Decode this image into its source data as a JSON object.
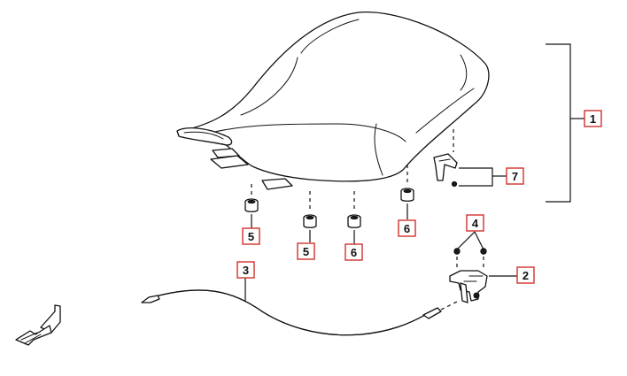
{
  "callouts": [
    {
      "id": "1",
      "label": "1"
    },
    {
      "id": "2",
      "label": "2"
    },
    {
      "id": "3",
      "label": "3"
    },
    {
      "id": "4",
      "label": "4"
    },
    {
      "id": "5a",
      "label": "5"
    },
    {
      "id": "5b",
      "label": "5"
    },
    {
      "id": "6a",
      "label": "6"
    },
    {
      "id": "6b",
      "label": "6"
    },
    {
      "id": "7",
      "label": "7"
    }
  ],
  "colors": {
    "callout_border": "#d0312d",
    "line": "#111111"
  },
  "icons": {
    "front_arrow": "front-direction-arrow-icon"
  }
}
